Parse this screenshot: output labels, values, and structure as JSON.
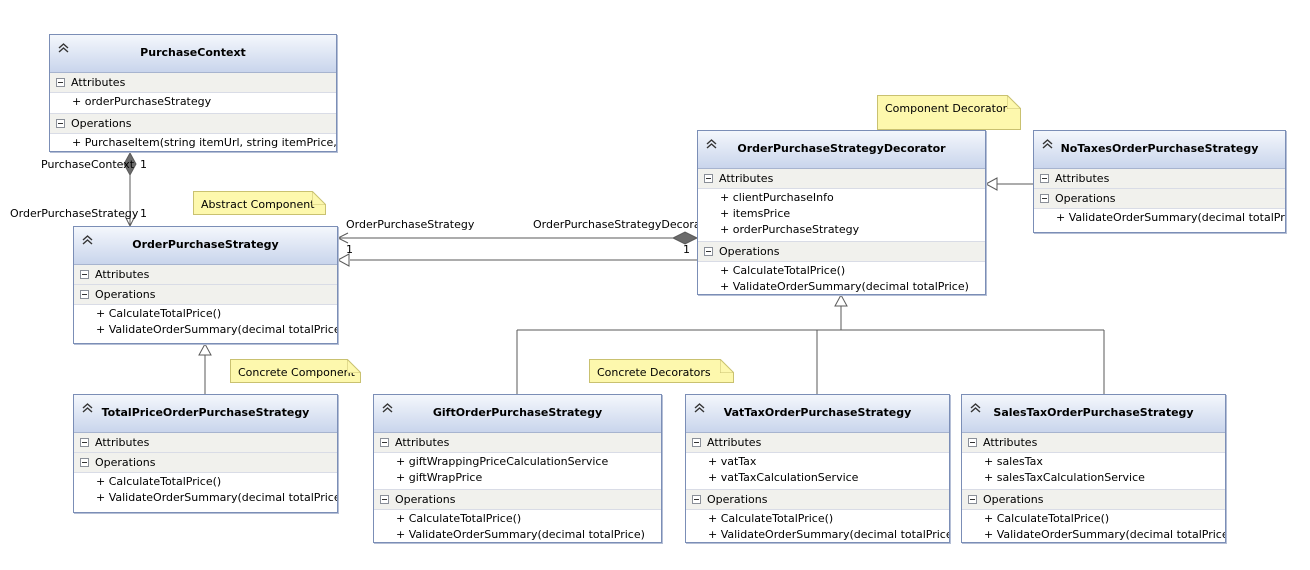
{
  "classes": {
    "purchase_context": {
      "title": "PurchaseContext",
      "attributes_label": "Attributes",
      "attributes": [
        "+ orderPurchaseStrategy"
      ],
      "operations_label": "Operations",
      "operations": [
        "+ PurchaseItem(string itemUrl, string itemPrice, Cli..."
      ]
    },
    "order_purchase_strategy": {
      "title": "OrderPurchaseStrategy",
      "attributes_label": "Attributes",
      "operations_label": "Operations",
      "operations": [
        "+ CalculateTotalPrice()",
        "+ ValidateOrderSummary(decimal totalPrice)"
      ]
    },
    "decorator": {
      "title": "OrderPurchaseStrategyDecorator",
      "attributes_label": "Attributes",
      "attributes": [
        "+ clientPurchaseInfo",
        "+ itemsPrice",
        "+ orderPurchaseStrategy"
      ],
      "operations_label": "Operations",
      "operations": [
        "+ CalculateTotalPrice()",
        "+ ValidateOrderSummary(decimal totalPrice)"
      ]
    },
    "no_taxes": {
      "title": "NoTaxesOrderPurchaseStrategy",
      "attributes_label": "Attributes",
      "operations_label": "Operations",
      "operations": [
        "+ ValidateOrderSummary(decimal totalPrice)"
      ]
    },
    "total_price": {
      "title": "TotalPriceOrderPurchaseStrategy",
      "attributes_label": "Attributes",
      "operations_label": "Operations",
      "operations": [
        "+ CalculateTotalPrice()",
        "+ ValidateOrderSummary(decimal totalPrice)"
      ]
    },
    "gift": {
      "title": "GiftOrderPurchaseStrategy",
      "attributes_label": "Attributes",
      "attributes": [
        "+ giftWrappingPriceCalculationService",
        "+ giftWrapPrice"
      ],
      "operations_label": "Operations",
      "operations": [
        "+ CalculateTotalPrice()",
        "+ ValidateOrderSummary(decimal totalPrice)"
      ]
    },
    "vat_tax": {
      "title": "VatTaxOrderPurchaseStrategy",
      "attributes_label": "Attributes",
      "attributes": [
        "+ vatTax",
        "+ vatTaxCalculationService"
      ],
      "operations_label": "Operations",
      "operations": [
        "+ CalculateTotalPrice()",
        "+ ValidateOrderSummary(decimal totalPrice)"
      ]
    },
    "sales_tax": {
      "title": "SalesTaxOrderPurchaseStrategy",
      "attributes_label": "Attributes",
      "attributes": [
        "+ salesTax",
        "+ salesTaxCalculationService"
      ],
      "operations_label": "Operations",
      "operations": [
        "+ CalculateTotalPrice()",
        "+ ValidateOrderSummary(decimal totalPrice)"
      ]
    }
  },
  "notes": {
    "component_decorator": "Component Decorator",
    "abstract_component": "Abstract Component",
    "concrete_component": "Concrete Component",
    "concrete_decorators": "Concrete Decorators"
  },
  "relation_labels": {
    "ctx_role": "PurchaseContext",
    "ctx_mult": "1",
    "strategy_role": "OrderPurchaseStrategy",
    "strategy_mult": "1",
    "dec_target_role": "OrderPurchaseStrategy",
    "dec_target_mult": "1",
    "dec_source_role": "OrderPurchaseStrategyDecorator",
    "dec_source_mult": "1"
  },
  "colors": {
    "class_border": "#7b8eb6",
    "header_gradient_top": "#f4f7fc",
    "header_gradient_bottom": "#c9d5ec",
    "note_fill": "#fdf8ad",
    "connector": "#5a5a5a"
  }
}
